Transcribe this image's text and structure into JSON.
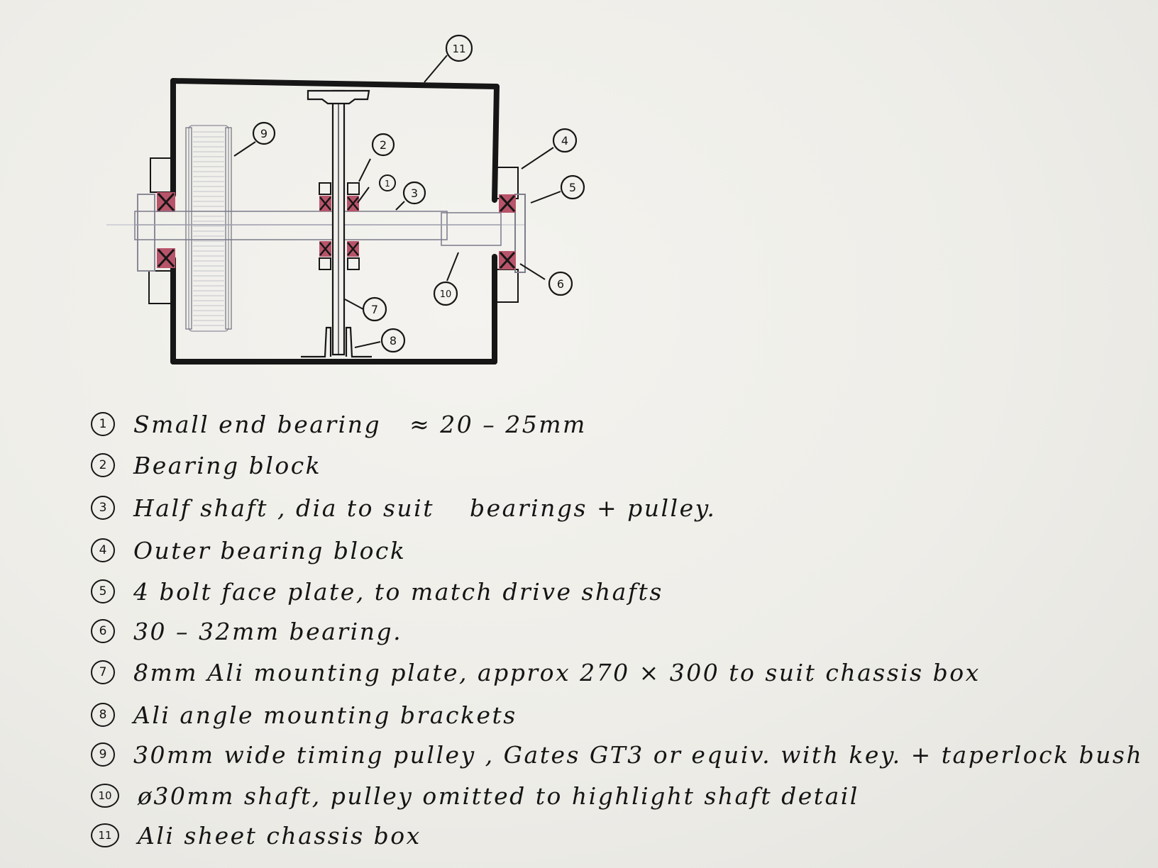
{
  "callouts": [
    {
      "num": "1",
      "label": "Small end bearing",
      "note": "≈ 20 – 25mm"
    },
    {
      "num": "2",
      "label": "Bearing block",
      "note": ""
    },
    {
      "num": "3",
      "label": "Half shaft , dia to suit",
      "note": "bearings + pulley."
    },
    {
      "num": "4",
      "label": "Outer bearing block",
      "note": ""
    },
    {
      "num": "5",
      "label": "4 bolt face plate, to match drive shafts",
      "note": ""
    },
    {
      "num": "6",
      "label": "30 – 32mm bearing.",
      "note": ""
    },
    {
      "num": "7",
      "label": "8mm Ali mounting plate, approx 270 × 300 to suit chassis box",
      "note": ""
    },
    {
      "num": "8",
      "label": "Ali angle mounting brackets",
      "note": ""
    },
    {
      "num": "9",
      "label": "30mm wide timing pulley , Gates GT3 or equiv. with key. + taperlock bush",
      "note": ""
    },
    {
      "num": "10",
      "label": "ø30mm shaft, pulley omitted to highlight shaft detail",
      "note": ""
    },
    {
      "num": "11",
      "label": "Ali sheet chassis box",
      "note": ""
    }
  ],
  "colors": {
    "ink": "#161616",
    "bearing": "#b8546a",
    "pencil": "#a8a8b4",
    "paper": "#f1f0ec"
  }
}
